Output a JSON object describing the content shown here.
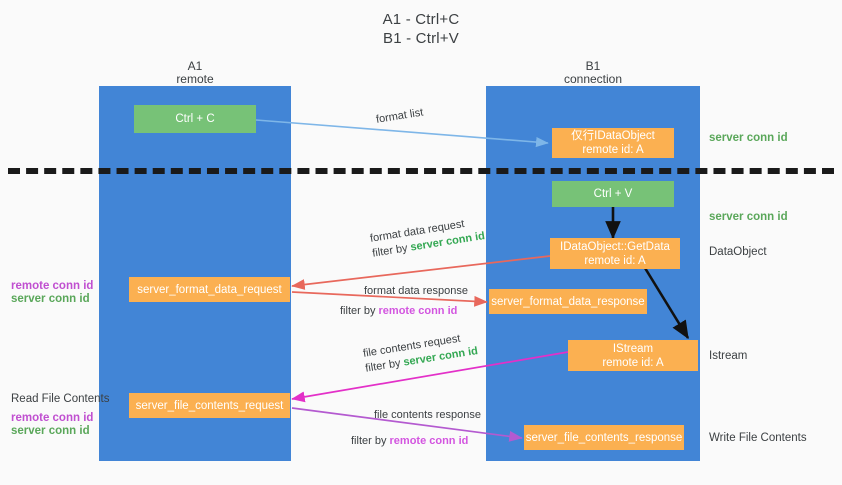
{
  "title": {
    "line1": "A1 - Ctrl+C",
    "line2": "B1 - Ctrl+V"
  },
  "columns": [
    {
      "name": "A1",
      "subtitle": "remote"
    },
    {
      "name": "B1",
      "subtitle": "connection"
    }
  ],
  "nodes": {
    "ctrl_c": "Ctrl + C",
    "ctrl_v": "Ctrl + V",
    "idataobject_title": "仅行IDataObject",
    "idataobject_sub": "remote id: A",
    "getdata_title": "IDataObject::GetData",
    "getdata_sub": "remote id: A",
    "istream_title": "IStream",
    "istream_sub": "remote id: A",
    "server_format_data_request": "server_format_data_request",
    "server_format_data_response": "server_format_data_response",
    "server_file_contents_request": "server_file_contents_request",
    "server_file_contents_response": "server_file_contents_response"
  },
  "right_labels": {
    "server_conn_id_1": "server conn id",
    "server_conn_id_2": "server conn id",
    "dataobject": "DataObject",
    "istream": "Istream",
    "write_file_contents": "Write File Contents"
  },
  "left_labels": {
    "remote_conn_id_1": "remote conn id",
    "server_conn_id_1": "server conn id",
    "read_file_contents": "Read File Contents",
    "remote_conn_id_2": "remote conn id",
    "server_conn_id_2": "server conn id"
  },
  "edges": {
    "format_list": "format list",
    "format_data_request": "format data request",
    "format_data_request_filter_prefix": "filter by ",
    "format_data_request_filter_value": "server conn id",
    "format_data_response": "format data response",
    "format_data_response_filter_prefix": "filter by ",
    "format_data_response_filter_value": "remote conn id",
    "file_contents_request": "file contents request",
    "file_contents_request_filter_prefix": "filter by ",
    "file_contents_request_filter_value": "server conn id",
    "file_contents_response": "file contents response",
    "file_contents_response_filter_prefix": "filter by ",
    "file_contents_response_filter_value": "remote conn id"
  },
  "colors": {
    "lane": "#4285d6",
    "node_green": "#77c277",
    "node_orange": "#fbb051",
    "arrow_blue": "#7eb6e8",
    "arrow_red": "#e8685c",
    "arrow_magenta": "#e330c8",
    "arrow_purple": "#b45ad0",
    "arrow_black": "#111111",
    "green_text": "#34a853",
    "purple_text": "#d355e0",
    "background": "#fafafa"
  }
}
